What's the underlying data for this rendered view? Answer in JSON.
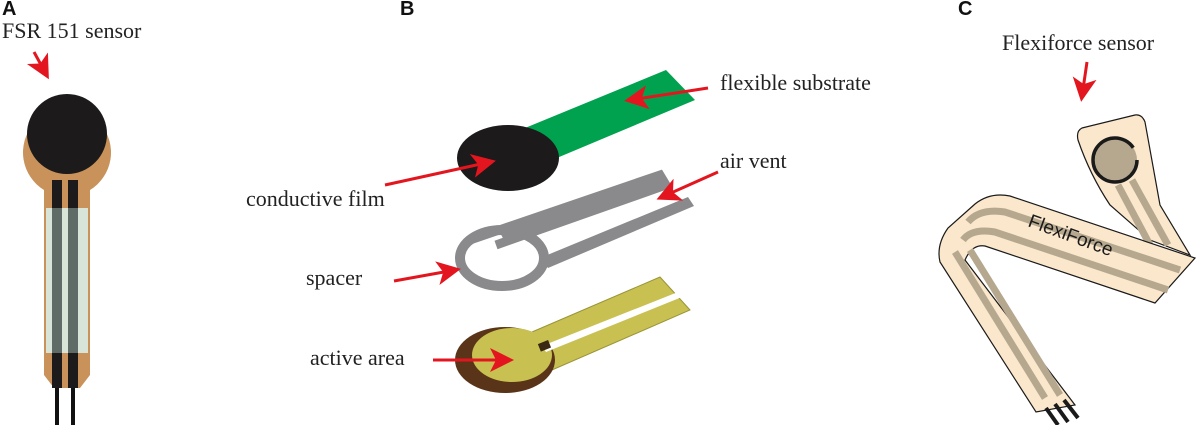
{
  "figure": {
    "panels": [
      {
        "letter": "A",
        "labels": {
          "sensor": "FSR 151 sensor"
        }
      },
      {
        "letter": "B",
        "labels": {
          "flexible_substrate": "flexible substrate",
          "conductive_film": "conductive film",
          "air_vent": "air vent",
          "spacer": "spacer",
          "active_area": "active area"
        }
      },
      {
        "letter": "C",
        "labels": {
          "sensor": "Flexiforce sensor",
          "printed_brand": "FlexiForce"
        }
      }
    ],
    "colors": {
      "arrow": "#e3161f",
      "fsr_disc": "#1c1a1a",
      "fsr_copper": "#c8925a",
      "fsr_strip": "#d8e4d8",
      "fsr_trace": "#5f6b66",
      "substrate_green": "#00a24f",
      "spacer_gray": "#8a8a8c",
      "active_yellow": "#c8c050",
      "active_brown": "#5a3418",
      "flexi_body": "#fbe7cc",
      "flexi_trace": "#b5a88e"
    }
  }
}
